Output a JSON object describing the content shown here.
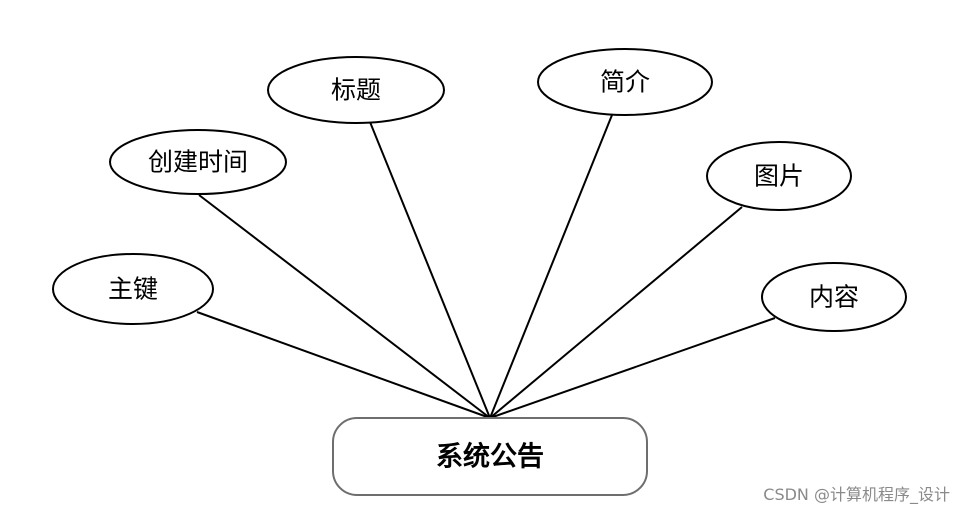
{
  "entity": {
    "label": "系统公告"
  },
  "attributes": [
    {
      "id": "primary-key",
      "label": "主键"
    },
    {
      "id": "create-time",
      "label": "创建时间"
    },
    {
      "id": "title",
      "label": "标题"
    },
    {
      "id": "summary",
      "label": "简介"
    },
    {
      "id": "image",
      "label": "图片"
    },
    {
      "id": "content",
      "label": "内容"
    }
  ],
  "watermark": "CSDN @计算机程序_设计",
  "colors": {
    "stroke": "#000000",
    "entity_stroke": "#6e6e6e",
    "background": "#ffffff",
    "watermark": "#8a8a8a"
  }
}
